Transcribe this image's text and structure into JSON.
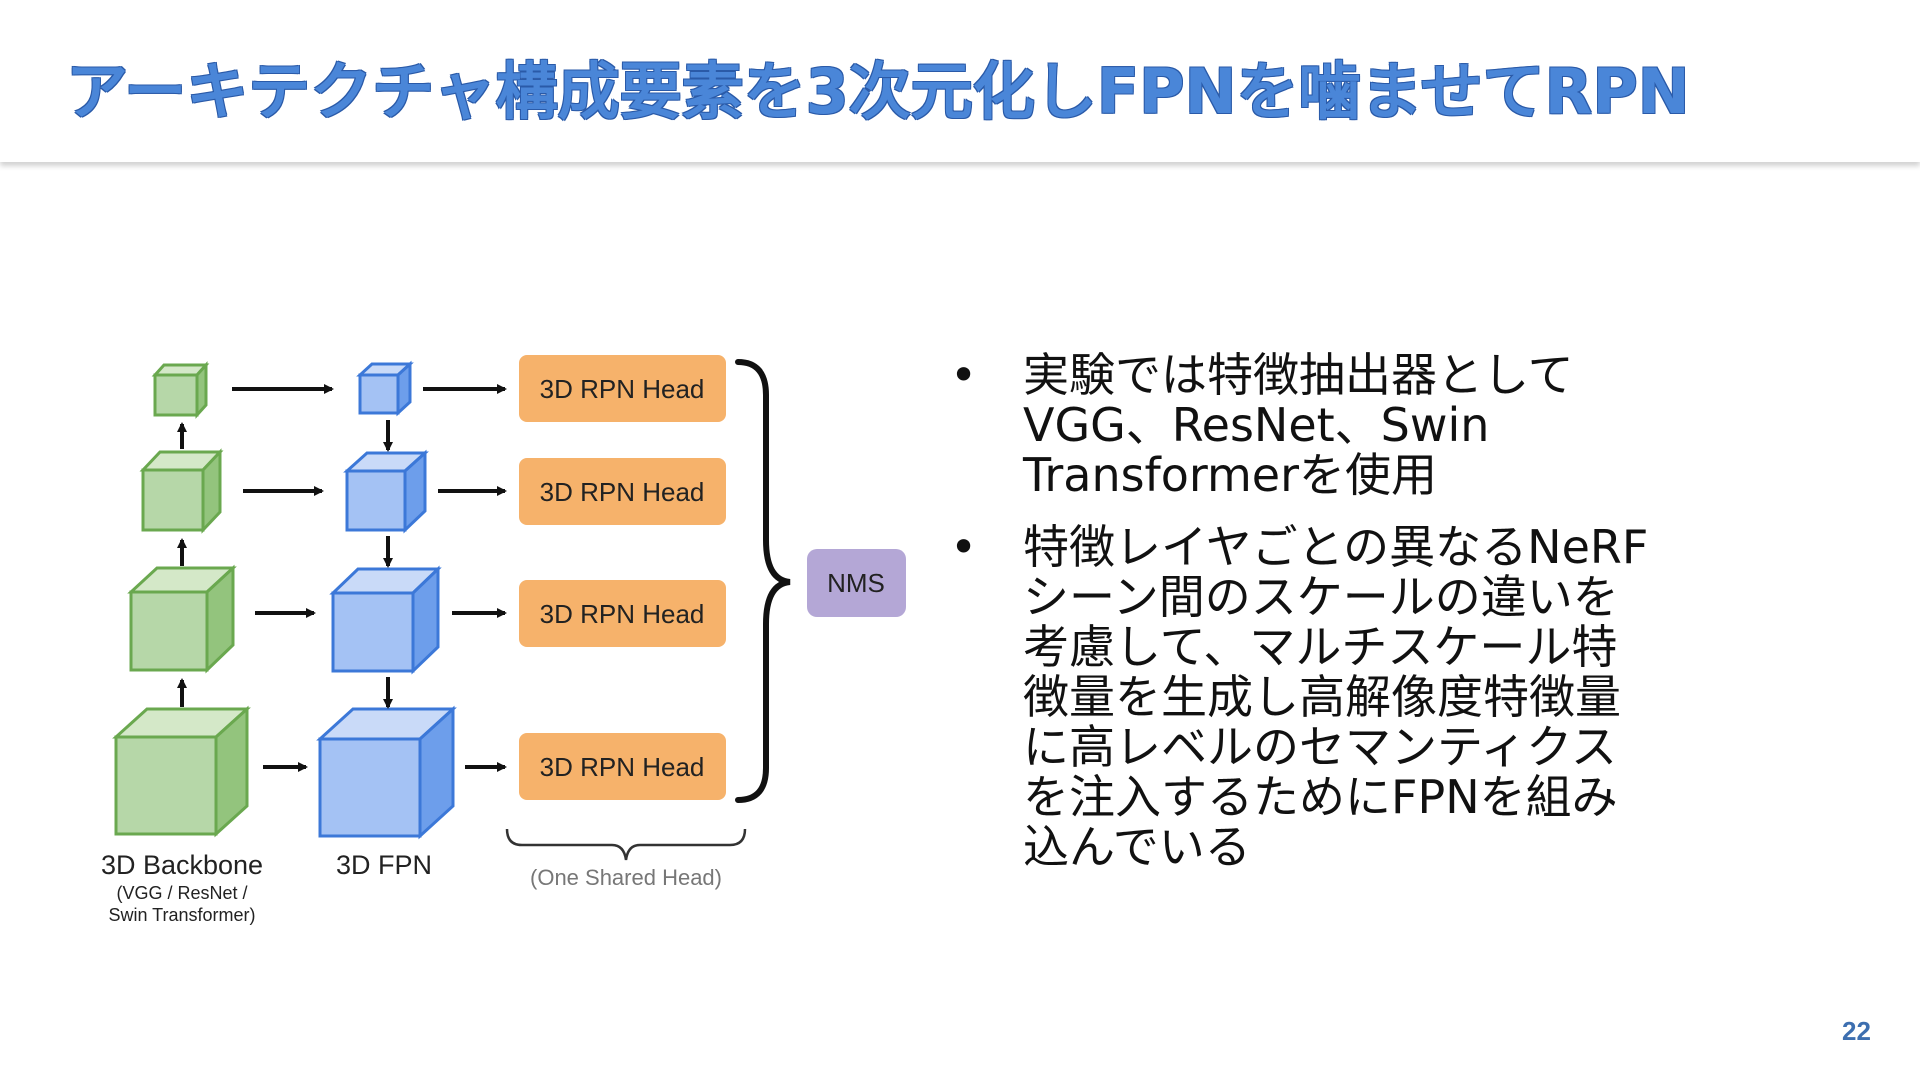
{
  "slide": {
    "title": "アーキテクチャ構成要素を3次元化しFPNを噛ませてRPN",
    "page_number": "22"
  },
  "diagram": {
    "backbone_label": "3D Backbone",
    "backbone_sub1": "(VGG / ResNet /",
    "backbone_sub2": "Swin Transformer)",
    "fpn_label": "3D FPN",
    "rpn_head_label": "3D RPN Head",
    "nms_label": "NMS",
    "shared_head_label": "(One Shared Head)",
    "colors": {
      "backbone_fill": "#b6d7a8",
      "backbone_stroke": "#6aa84f",
      "fpn_fill": "#a4c2f4",
      "fpn_stroke": "#3c78d8",
      "rpn_fill": "#f6b26b",
      "nms_fill": "#b4a7d6"
    }
  },
  "bullets": [
    {
      "lines": [
        "実験では特徴抽出器として",
        "VGG、ResNet、Swin",
        "Transformerを使用"
      ]
    },
    {
      "lines": [
        "特徴レイヤごとの異なるNeRF",
        "シーン間のスケールの違いを",
        "考慮して、マルチスケール特",
        "徴量を生成し高解像度特徴量",
        "に高レベルのセマンティクス",
        "を注入するためにFPNを組み",
        "込んでいる"
      ]
    }
  ]
}
